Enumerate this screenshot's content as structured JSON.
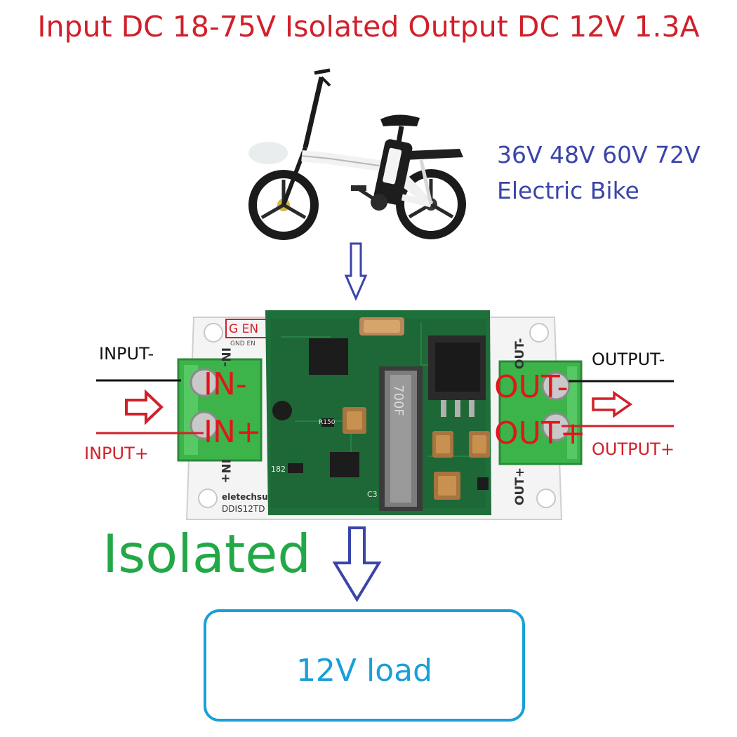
{
  "title": "Input DC 18-75V Isolated Output DC 12V 1.3A",
  "bike": {
    "voltages": "36V 48V 60V 72V",
    "label": "Electric Bike"
  },
  "wires": {
    "input_minus": "INPUT-",
    "input_plus": "INPUT+",
    "output_minus": "OUTPUT-",
    "output_plus": "OUTPUT+"
  },
  "terminals": {
    "in_minus": "IN-",
    "in_plus": "IN+",
    "out_minus": "OUT-",
    "out_plus": "OUT+"
  },
  "board": {
    "g_en": "G EN",
    "silk_gnd_en": "GND  EN",
    "silk_in_minus": "IN-",
    "silk_in_plus": "IN+",
    "silk_out_minus": "OUT-",
    "silk_out_plus": "OUT+",
    "silk_brand": "eletechsu",
    "silk_model": "DDIS12TD",
    "silk_c3": "C3",
    "silk_r150": "R150",
    "silk_182": "182",
    "silk_700": "700F"
  },
  "isolated": "Isolated",
  "load": "12V load",
  "colors": {
    "title": "#d1202a",
    "bike_text": "#3a45a8",
    "arrow_blue": "#3a45a8",
    "arrow_red": "#d1202a",
    "isolated": "#22a846",
    "load": "#1a9fd6",
    "pcb": "#1f6f3a",
    "terminal": "#3cb44a"
  }
}
